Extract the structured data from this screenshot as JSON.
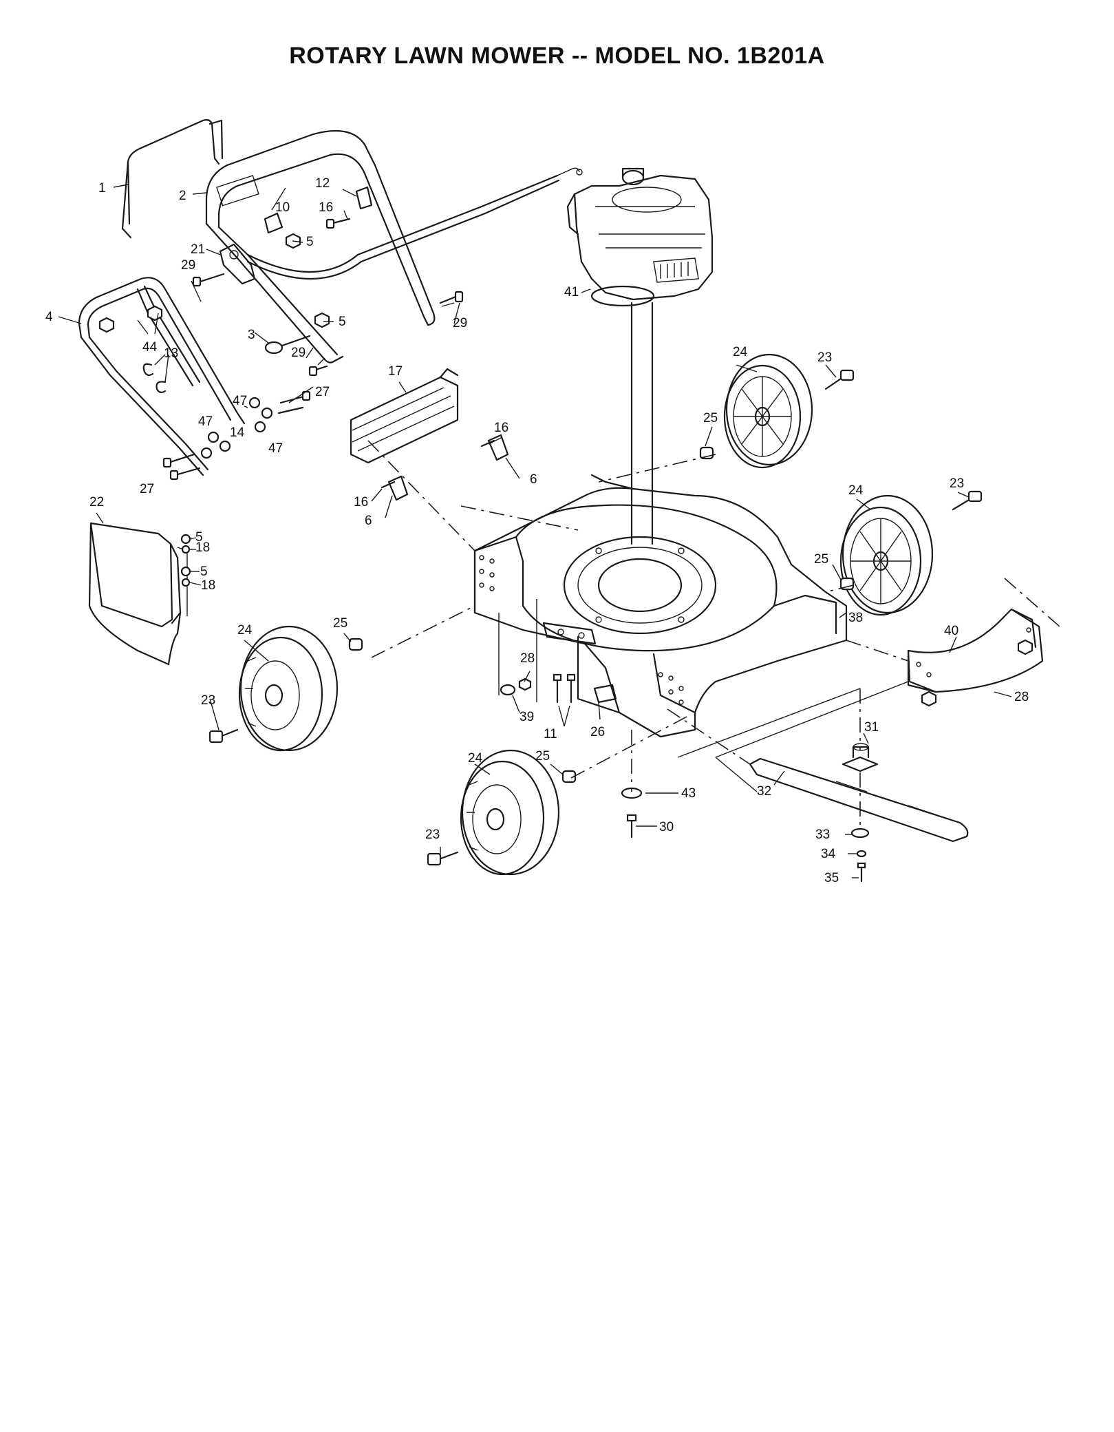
{
  "title": "ROTARY LAWN MOWER -- MODEL NO. 1B201A",
  "callouts": [
    {
      "id": "c1",
      "label": "1"
    },
    {
      "id": "c2",
      "label": "2"
    },
    {
      "id": "c3",
      "label": "3"
    },
    {
      "id": "c4",
      "label": "4"
    },
    {
      "id": "c5a",
      "label": "5"
    },
    {
      "id": "c5b",
      "label": "5"
    },
    {
      "id": "c5c",
      "label": "5"
    },
    {
      "id": "c5d",
      "label": "5"
    },
    {
      "id": "c6a",
      "label": "6"
    },
    {
      "id": "c6b",
      "label": "6"
    },
    {
      "id": "c10",
      "label": "10"
    },
    {
      "id": "c11",
      "label": "11"
    },
    {
      "id": "c12",
      "label": "12"
    },
    {
      "id": "c13",
      "label": "13"
    },
    {
      "id": "c14",
      "label": "14"
    },
    {
      "id": "c16a",
      "label": "16"
    },
    {
      "id": "c16b",
      "label": "16"
    },
    {
      "id": "c16c",
      "label": "16"
    },
    {
      "id": "c17",
      "label": "17"
    },
    {
      "id": "c18a",
      "label": "18"
    },
    {
      "id": "c18b",
      "label": "18"
    },
    {
      "id": "c21",
      "label": "21"
    },
    {
      "id": "c22",
      "label": "22"
    },
    {
      "id": "c23a",
      "label": "23"
    },
    {
      "id": "c23b",
      "label": "23"
    },
    {
      "id": "c23c",
      "label": "23"
    },
    {
      "id": "c23d",
      "label": "23"
    },
    {
      "id": "c24a",
      "label": "24"
    },
    {
      "id": "c24b",
      "label": "24"
    },
    {
      "id": "c24c",
      "label": "24"
    },
    {
      "id": "c24d",
      "label": "24"
    },
    {
      "id": "c25a",
      "label": "25"
    },
    {
      "id": "c25b",
      "label": "25"
    },
    {
      "id": "c25c",
      "label": "25"
    },
    {
      "id": "c25d",
      "label": "25"
    },
    {
      "id": "c26",
      "label": "26"
    },
    {
      "id": "c27a",
      "label": "27"
    },
    {
      "id": "c27b",
      "label": "27"
    },
    {
      "id": "c28a",
      "label": "28"
    },
    {
      "id": "c28b",
      "label": "28"
    },
    {
      "id": "c29a",
      "label": "29"
    },
    {
      "id": "c29b",
      "label": "29"
    },
    {
      "id": "c29c",
      "label": "29"
    },
    {
      "id": "c30",
      "label": "30"
    },
    {
      "id": "c31",
      "label": "31"
    },
    {
      "id": "c32",
      "label": "32"
    },
    {
      "id": "c33",
      "label": "33"
    },
    {
      "id": "c34",
      "label": "34"
    },
    {
      "id": "c35",
      "label": "35"
    },
    {
      "id": "c38",
      "label": "38"
    },
    {
      "id": "c39",
      "label": "39"
    },
    {
      "id": "c40",
      "label": "40"
    },
    {
      "id": "c41",
      "label": "41"
    },
    {
      "id": "c43",
      "label": "43"
    },
    {
      "id": "c44",
      "label": "44"
    },
    {
      "id": "c47a",
      "label": "47"
    },
    {
      "id": "c47b",
      "label": "47"
    },
    {
      "id": "c47c",
      "label": "47"
    }
  ]
}
